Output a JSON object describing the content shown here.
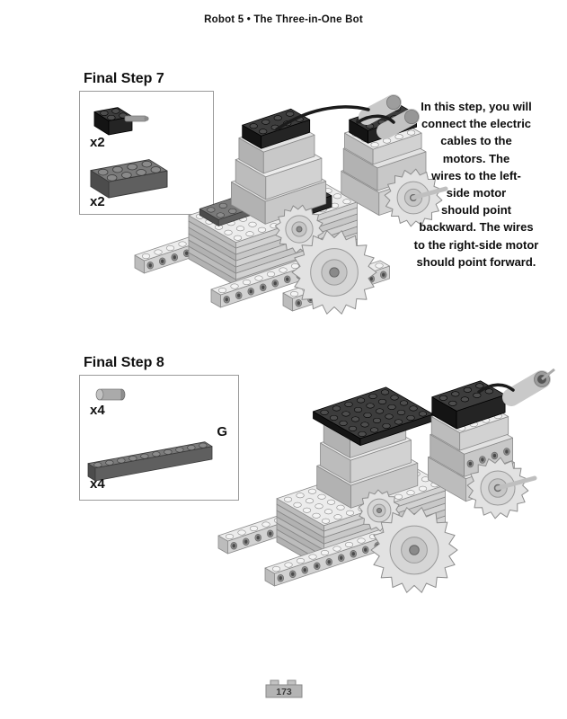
{
  "page": {
    "header": "Robot 5 • The Three-in-One Bot",
    "footer_page_number": "173"
  },
  "colors": {
    "brick_light_gray": "#ececec",
    "brick_black": "#242424",
    "brick_charcoal": "#5f5f5f",
    "box_border": "#9a9a9a",
    "text": "#111111"
  },
  "step7": {
    "title": "Final Step 7",
    "parts": [
      {
        "qty": "x2",
        "icon": "black-electric-brick-with-wire-icon"
      },
      {
        "qty": "x2",
        "icon": "dark-gray-2x4-brick-icon"
      }
    ],
    "note_lines": [
      "In this step, you will",
      "connect the electric",
      "cables to the",
      "motors. The",
      "wires to the left-",
      "side motor",
      "should point",
      "backward. The wires",
      "to the right-side motor",
      "should point forward."
    ],
    "model_icon": "lego-rover-with-cables-illustration"
  },
  "step8": {
    "title": "Final Step 8",
    "parts": [
      {
        "qty": "x4",
        "icon": "gray-bushing-icon"
      },
      {
        "qty": "x4",
        "label": "G",
        "icon": "dark-gray-1x10-brick-icon"
      }
    ],
    "model_icon": "lego-rover-with-black-plates-illustration"
  }
}
